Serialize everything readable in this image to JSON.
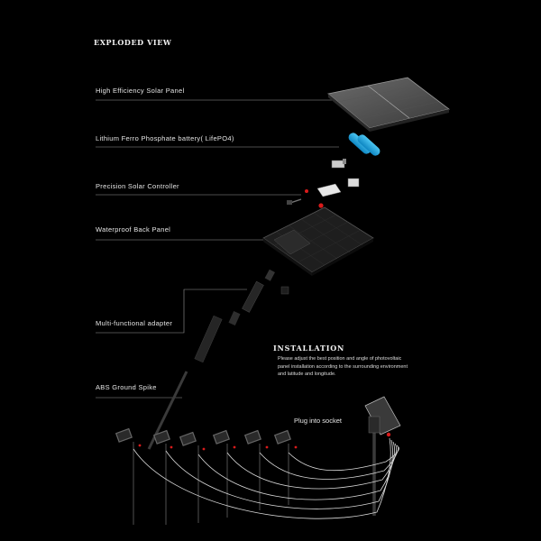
{
  "title": "EXPLODED VIEW",
  "parts": [
    {
      "label": "High Efficiency Solar Panel"
    },
    {
      "label": "Lithium Ferro Phosphate battery( LifePO4)"
    },
    {
      "label": "Precision Solar Controller"
    },
    {
      "label": "Waterproof  Back  Panel"
    },
    {
      "label": "Multi-functional adapter"
    },
    {
      "label": "ABS Ground Spike"
    }
  ],
  "installation": {
    "title": "INSTALLATION",
    "text": "Please adjust the best position and angle of photovoltaic panel installation according to the surrounding environment and latitude and longitude.",
    "plug_label": "Plug into socket"
  },
  "colors": {
    "background": "#000000",
    "battery": "#1aa7e0",
    "accent_red": "#d91b1b"
  }
}
